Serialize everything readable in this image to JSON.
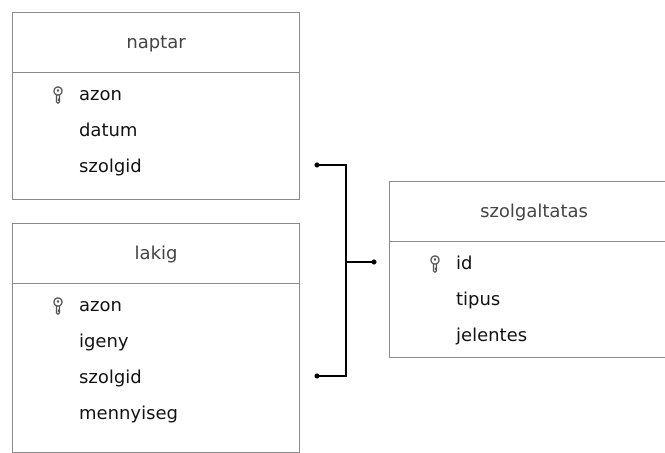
{
  "tables": {
    "naptar": {
      "title": "naptar",
      "fields": [
        {
          "name": "azon",
          "key": true
        },
        {
          "name": "datum",
          "key": false
        },
        {
          "name": "szolgid",
          "key": false
        }
      ]
    },
    "lakig": {
      "title": "lakig",
      "fields": [
        {
          "name": "azon",
          "key": true
        },
        {
          "name": "igeny",
          "key": false
        },
        {
          "name": "szolgid",
          "key": false
        },
        {
          "name": "mennyiseg",
          "key": false
        }
      ]
    },
    "szolgaltatas": {
      "title": "szolgaltatas",
      "fields": [
        {
          "name": "id",
          "key": true
        },
        {
          "name": "tipus",
          "key": false
        },
        {
          "name": "jelentes",
          "key": false
        }
      ]
    }
  },
  "relationships": [
    {
      "from": "naptar.szolgid",
      "to": "szolgaltatas.id"
    },
    {
      "from": "lakig.szolgid",
      "to": "szolgaltatas.id"
    }
  ],
  "colors": {
    "border": "#8a8a8a",
    "line": "#000000",
    "title_text": "#444444",
    "field_text": "#111111"
  },
  "icons": {
    "primary_key": "key-icon"
  }
}
